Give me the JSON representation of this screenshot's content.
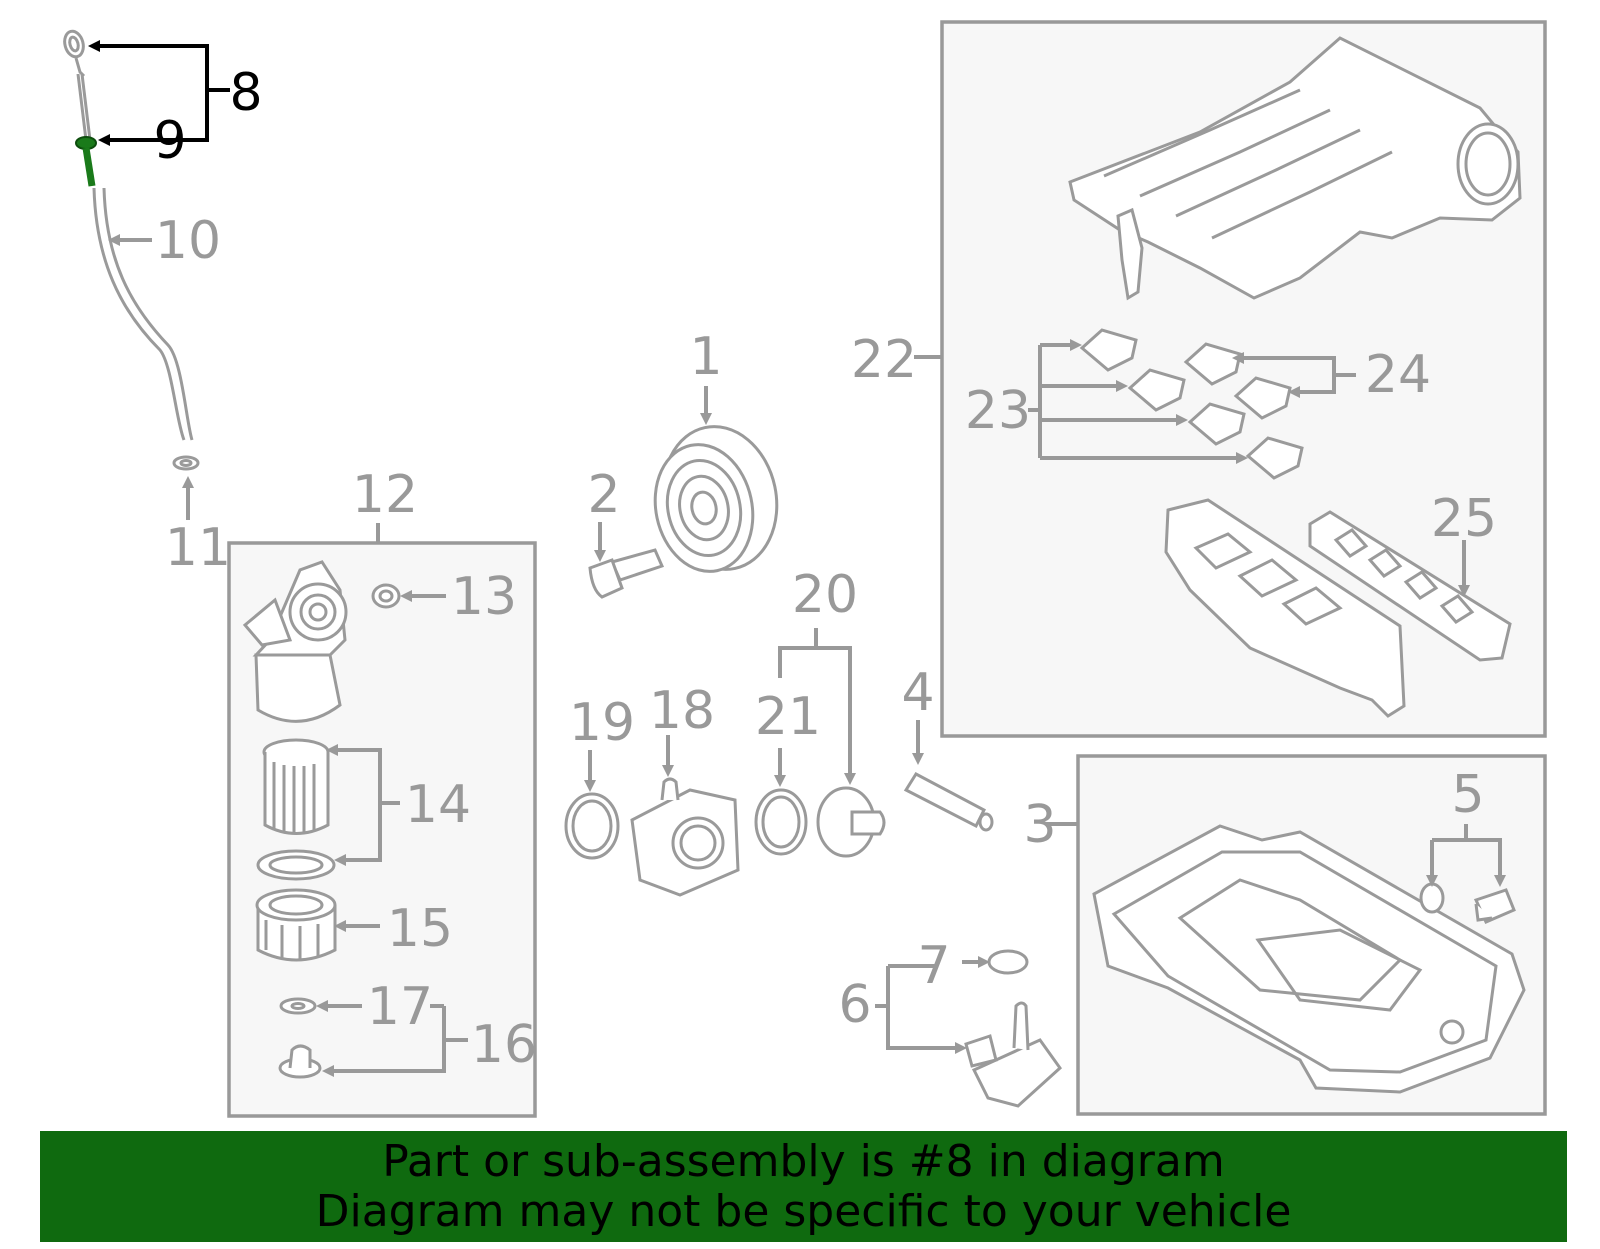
{
  "diagram": {
    "callouts": [
      "1",
      "2",
      "3",
      "4",
      "5",
      "6",
      "7",
      "8",
      "9",
      "10",
      "11",
      "12",
      "13",
      "14",
      "15",
      "16",
      "17",
      "18",
      "19",
      "20",
      "21",
      "22",
      "23",
      "24",
      "25"
    ],
    "highlighted_part": "8",
    "colors": {
      "active": "#000000",
      "inactive": "#999999",
      "banner_bg": "#0f6a0f",
      "highlight": "#1a7a1a"
    }
  },
  "banner": {
    "line1": "Part or sub-assembly is #8 in diagram",
    "line2": "Diagram may not be specific to your vehicle"
  }
}
